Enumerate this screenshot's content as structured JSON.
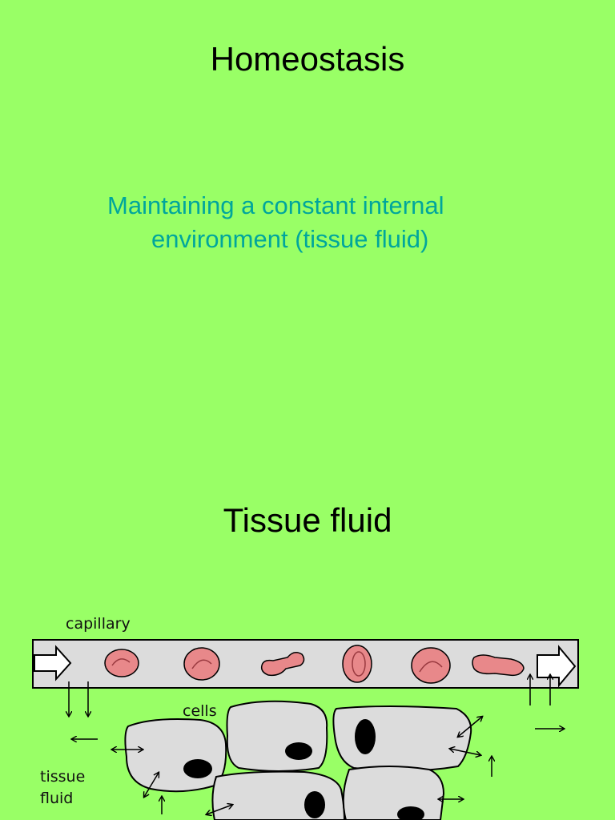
{
  "slide1": {
    "title": "Homeostasis",
    "definition_line1": "Maintaining a constant internal",
    "definition_line2": "environment (tissue fluid)",
    "text_color": "#00a69c"
  },
  "slide2": {
    "title": "Tissue fluid",
    "diagram": {
      "label_capillary": "capillary",
      "label_cells": "cells",
      "label_tissue": "tissue",
      "label_fluid": "fluid"
    }
  },
  "colors": {
    "background": "#99ff66",
    "blood_cell": "#e8888a",
    "tissue_cell": "#dcdcdc",
    "nucleus": "#000000"
  }
}
